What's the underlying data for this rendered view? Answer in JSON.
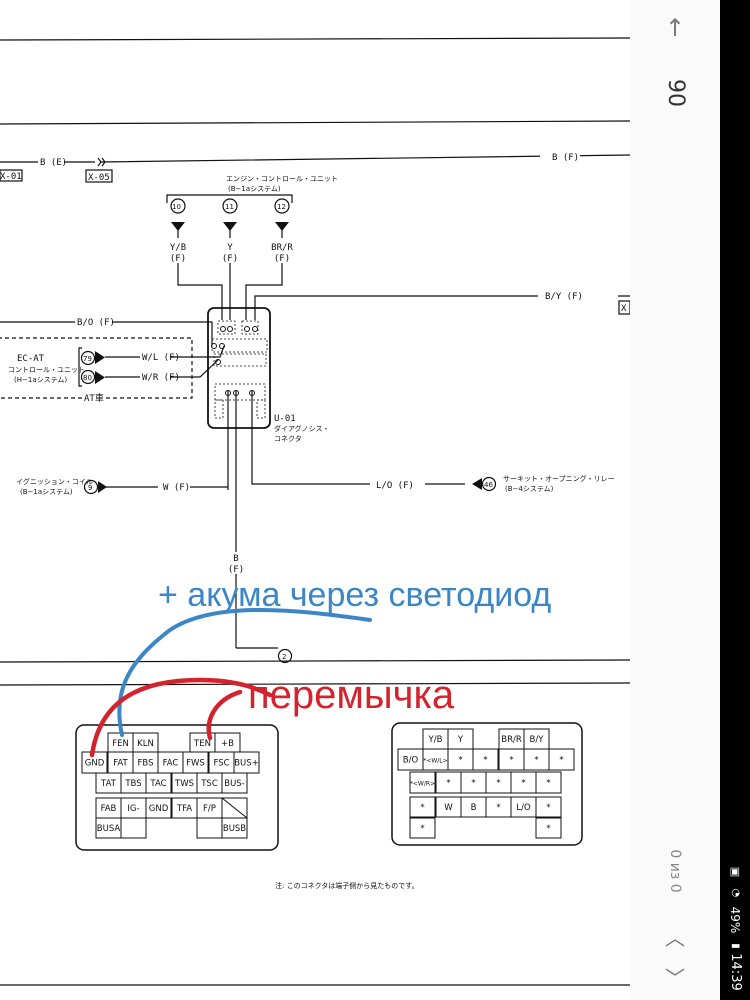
{
  "viewer": {
    "zoom_level": "90",
    "page_counter": "0 из 0",
    "back_icon": "arrow-up-icon",
    "prev_icon": "chevron-up-icon",
    "next_icon": "chevron-down-icon"
  },
  "status_bar": {
    "time": "14:39",
    "battery": "49%"
  },
  "diagram": {
    "top_wire_left": "B (E)",
    "top_wire_right": "B (F)",
    "conn_x01": "X-01",
    "conn_x05": "X-05",
    "conn_x_right": "X",
    "ecu_title": "エンジン・コントロール・ユニット",
    "ecu_system": "(B−1aシステム)",
    "ecu_pins": [
      "10",
      "11",
      "12"
    ],
    "ecu_wires": [
      {
        "color": "Y/B",
        "tag": "(F)"
      },
      {
        "color": "Y",
        "tag": "(F)"
      },
      {
        "color": "BR/R",
        "tag": "(F)"
      }
    ],
    "wire_by": "B/Y (F)",
    "wire_bo": "B/O (F)",
    "ecat_title": "EC-AT",
    "ecat_sub": "コントロール・ユニット",
    "ecat_system": "(H−1aシステム)",
    "ecat_pins": [
      "79",
      "80"
    ],
    "wire_wl": "W/L (F)",
    "wire_wr": "W/R (F)",
    "at_label": "AT車",
    "u01_code": "U-01",
    "u01_name1": "ダイアグノシス・",
    "u01_name2": "コネクタ",
    "coil_title": "イグニッション・コイル",
    "coil_system": "(B−1aシステム)",
    "coil_pin": "9",
    "wire_w": "W (F)",
    "wire_lo": "L/O (F)",
    "relay_pin": "46",
    "relay_title": "サーキット・オープニング・リレー",
    "relay_system": "(B−4システム)",
    "wire_b": "B",
    "wire_b_tag": "(F)",
    "ground_pin": "2",
    "note": "注: このコネクタは端子側から見たものです。"
  },
  "annotations": {
    "blue_text": "+ акума через светодиод",
    "red_text": "перемычка"
  },
  "left_connector": {
    "cells": [
      "FEN",
      "KLN",
      "TEN",
      "+B",
      "GND",
      "FAT",
      "FBS",
      "FAC",
      "FWS",
      "FSC",
      "BUS+",
      "TAT",
      "TBS",
      "TAC",
      "TWS",
      "TSC",
      "BUS-",
      "FAB",
      "IG-",
      "GND",
      "TFA",
      "F/P",
      "",
      "BUSA",
      "",
      "",
      "BUSB"
    ]
  },
  "right_connector": {
    "cells": [
      "Y/B",
      "Y",
      "BR/R",
      "B/Y",
      "B/O",
      "*<W/L>",
      "*",
      "*",
      "*",
      "*",
      "*",
      "*<W/R>",
      "*",
      "*",
      "*",
      "*",
      "*",
      "*",
      "W",
      "B",
      "*",
      "L/O",
      "*",
      "*",
      "*"
    ]
  }
}
